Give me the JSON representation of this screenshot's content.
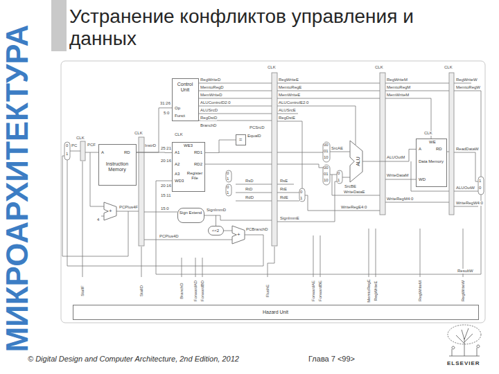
{
  "diagram": {
    "title": "Устранение конфликтов управления и данных",
    "nodes": [
      {
        "text": [
          "Control Unit",
          "Op",
          "Funct"
        ]
      },
      {
        "text": [
          "A",
          "RD",
          "Instruction Memory"
        ]
      },
      {
        "text": [
          "WE3",
          "A1",
          "RD1",
          "A2",
          "RD2",
          "A3",
          "WD3",
          "Register File"
        ]
      },
      {
        "text": [
          "="
        ]
      },
      {
        "text": [
          "Sign Extend"
        ]
      },
      {
        "text": [
          "<<2"
        ]
      },
      {
        "text": [
          "+"
        ]
      },
      {
        "text": [
          "+"
        ]
      },
      {
        "text": [
          "ALU"
        ]
      },
      {
        "text": [
          "WE",
          "A",
          "RD",
          "Data Memory",
          "WD"
        ]
      },
      {
        "text": [
          "Hazard Unit"
        ]
      }
    ],
    "edges": [
      {
        "from": 1,
        "to": 2,
        "arrow": "none"
      },
      {
        "from": 1,
        "to": 0,
        "arrow": "none"
      },
      {
        "from": 2,
        "to": 3,
        "arrow": "none"
      },
      {
        "from": 8,
        "to": 9,
        "arrow": "none"
      },
      {
        "from": 4,
        "to": 5,
        "arrow": "none"
      },
      {
        "from": 5,
        "to": 6,
        "arrow": "none"
      }
    ],
    "labels": [
      "МИКРОАРХИТЕКТУРА",
      "© Digital Design and Computer Architecture, 2nd Edition, 2012",
      "Глава 7 <99>",
      "ELSEVIER",
      "CLK",
      "CLK",
      "CLK",
      "CLK",
      "CLK",
      "CLK",
      "CLK",
      "RegWriteD",
      "MemtoRegD",
      "MemWriteD",
      "ALUControlD2:0",
      "ALUSrcD",
      "RegDstD",
      "BranchD",
      "RegWriteE",
      "MemtoRegE",
      "MemWriteE",
      "ALUControlE2:0",
      "ALUSrcE",
      "RegDstE",
      "RegWriteM",
      "MemtoRegM",
      "MemWriteM",
      "RegWriteW",
      "MemtoRegW",
      "31:26",
      "5:0",
      "EqualD",
      "PCSrcD",
      "PC",
      "PCF",
      "InstrD",
      "25:21",
      "20:16",
      "20:16",
      "15:11",
      "15:0",
      "RsD",
      "RtD",
      "RdD",
      "RsE",
      "RtE",
      "RdE",
      "SignImmD",
      "SignImmE",
      "PCPlus4F",
      "PCPlus4D",
      "PCBranchD",
      "4",
      "SrcAE",
      "SrcBE",
      "WriteDataE",
      "WriteRegE4:0",
      "ALUOutM",
      "WriteDataM",
      "WriteRegM4:0",
      "ReadDataW",
      "ALUOutW",
      "WriteRegW4:0",
      "ResultW",
      "StallF",
      "StallD",
      "BranchD",
      "ForwardAD",
      "ForwardBD",
      "FlushE",
      "ForwardAE",
      "ForwardBE",
      "MemtoRegE",
      "RegWriteE",
      "RegWriteM",
      "RegWriteW",
      "0",
      "1",
      "0",
      "1",
      "0",
      "1",
      "00",
      "01",
      "10",
      "00",
      "01",
      "10",
      "0",
      "1",
      "0",
      "1",
      "1",
      "0"
    ]
  }
}
